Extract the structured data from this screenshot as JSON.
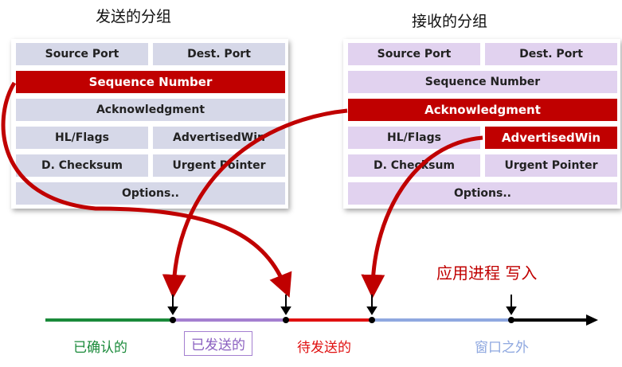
{
  "left_panel": {
    "title": "发送的分组",
    "fields": {
      "source_port": "Source Port",
      "dest_port": "Dest. Port",
      "sequence_number": "Sequence Number",
      "acknowledgment": "Acknowledgment",
      "hl_flags": "HL/Flags",
      "advertised_win": "AdvertisedWin",
      "checksum": "D. Checksum",
      "urgent_pointer": "Urgent Pointer",
      "options": "Options.."
    }
  },
  "right_panel": {
    "title": "接收的分组",
    "fields": {
      "source_port": "Source Port",
      "dest_port": "Dest. Port",
      "sequence_number": "Sequence Number",
      "acknowledgment": "Acknowledgment",
      "hl_flags": "HL/Flags",
      "advertised_win": "AdvertisedWin",
      "checksum": "D. Checksum",
      "urgent_pointer": "Urgent Pointer",
      "options": "Options.."
    }
  },
  "annotation": "应用进程 写入",
  "segments": {
    "acked": "已确认的",
    "sent": "已发送的",
    "to_send": "待发送的",
    "outside": "窗口之外"
  },
  "colors": {
    "highlight": "#c00000",
    "left_cell": "#d6d8e8",
    "right_cell": "#e1d2ef",
    "acked": "#1a8a3a",
    "sent": "#a47fd0",
    "to_send": "#e01010",
    "outside": "#8fa8e0",
    "tail": "#000000"
  }
}
